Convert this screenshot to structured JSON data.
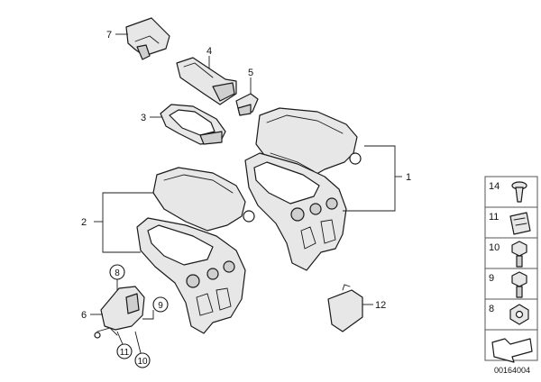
{
  "diagram": {
    "callouts": {
      "c1": "1",
      "c2": "2",
      "c3": "3",
      "c4": "4",
      "c5": "5",
      "c6": "6",
      "c7": "7",
      "c12": "12"
    },
    "circled": {
      "k8": "8",
      "k9": "9",
      "k10": "10",
      "k11": "11"
    },
    "side_panel": {
      "items": [
        "14",
        "11",
        "10",
        "9",
        "8"
      ]
    },
    "doc_code": "00164004"
  }
}
